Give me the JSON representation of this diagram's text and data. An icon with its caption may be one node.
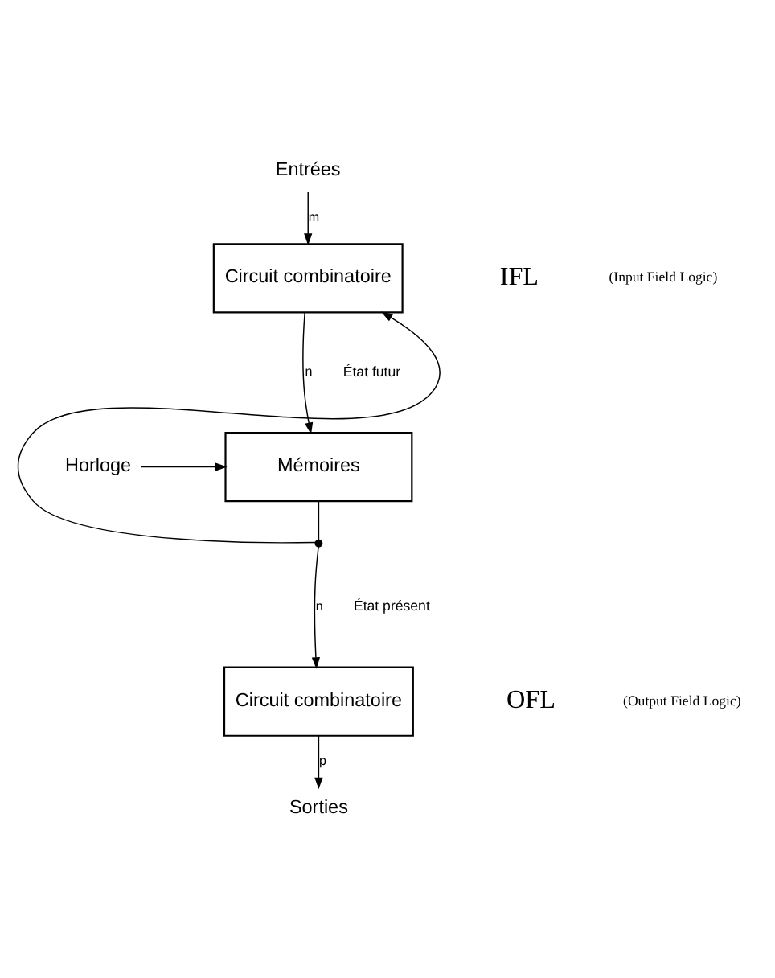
{
  "diagram": {
    "nodes": [
      {
        "text": [
          "Entrées"
        ]
      },
      {
        "text": [
          "Circuit combinatoire"
        ]
      },
      {
        "text": [
          "Horloge"
        ]
      },
      {
        "text": [
          "Mémoires"
        ]
      },
      {
        "text": [],
        "shape": "circle"
      },
      {
        "text": [
          "Circuit combinatoire"
        ]
      },
      {
        "text": [
          "Sorties"
        ]
      }
    ],
    "edges": [
      {
        "from": 0,
        "to": 1,
        "arrow": "to",
        "label": "m"
      },
      {
        "from": 1,
        "to": 3,
        "arrow": "to",
        "label": "n"
      },
      {
        "from": 2,
        "to": 3,
        "arrow": "to"
      },
      {
        "from": 3,
        "to": 4,
        "arrow": "none"
      },
      {
        "from": 4,
        "to": 1,
        "arrow": "to"
      },
      {
        "from": 4,
        "to": 5,
        "arrow": "to",
        "label": "n"
      },
      {
        "from": 5,
        "to": 6,
        "arrow": "to",
        "label": "p"
      }
    ],
    "labels": [
      "IFL",
      "(Input Field Logic)",
      "État futur",
      "État présent",
      "OFL",
      "(Output Field Logic)"
    ]
  }
}
